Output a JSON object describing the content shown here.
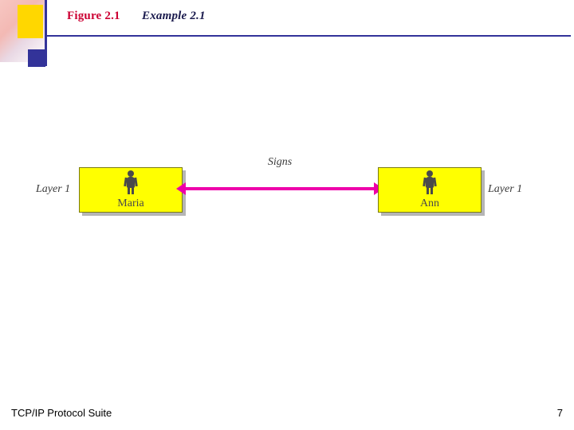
{
  "slide": {
    "figure_label": "Figure 2.1",
    "figure_title": "Example 2.1",
    "footer_left": "TCP/IP Protocol Suite",
    "page_number": "7"
  },
  "colors": {
    "figure_label": "#cc0033",
    "figure_title": "#1a1a4d",
    "node_fill": "#ffff00",
    "arrow": "#ee00aa",
    "rule": "#333399",
    "accent_yellow": "#ffd700"
  },
  "diagram": {
    "left_layer_label": "Layer 1",
    "right_layer_label": "Layer 1",
    "left_node": {
      "name": "Maria",
      "icon": "person-icon"
    },
    "right_node": {
      "name": "Ann",
      "icon": "person-icon"
    },
    "connection": {
      "caption": "Signs",
      "direction": "bidirectional"
    }
  }
}
